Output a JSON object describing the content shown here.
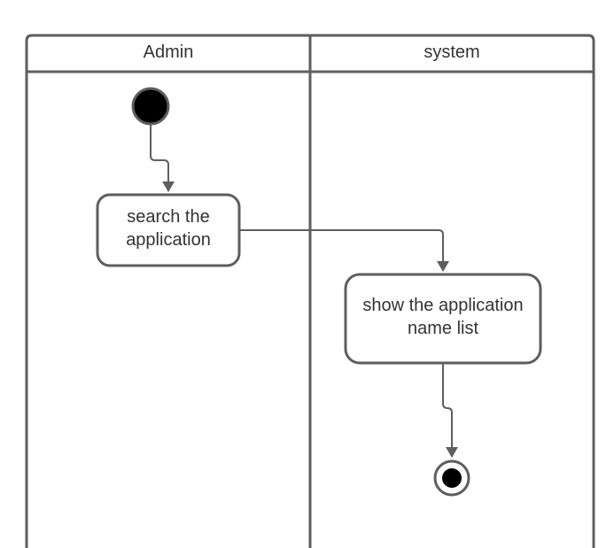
{
  "swimlanes": [
    {
      "title": "Admin"
    },
    {
      "title": "system"
    }
  ],
  "activities": [
    {
      "lines": [
        "search the",
        "application"
      ]
    },
    {
      "lines": [
        "show the application",
        "name list"
      ]
    }
  ],
  "colors": {
    "stroke": "#5e5e5e",
    "text": "#333333",
    "node_fill": "#ffffff",
    "terminal_fill": "#000000"
  }
}
